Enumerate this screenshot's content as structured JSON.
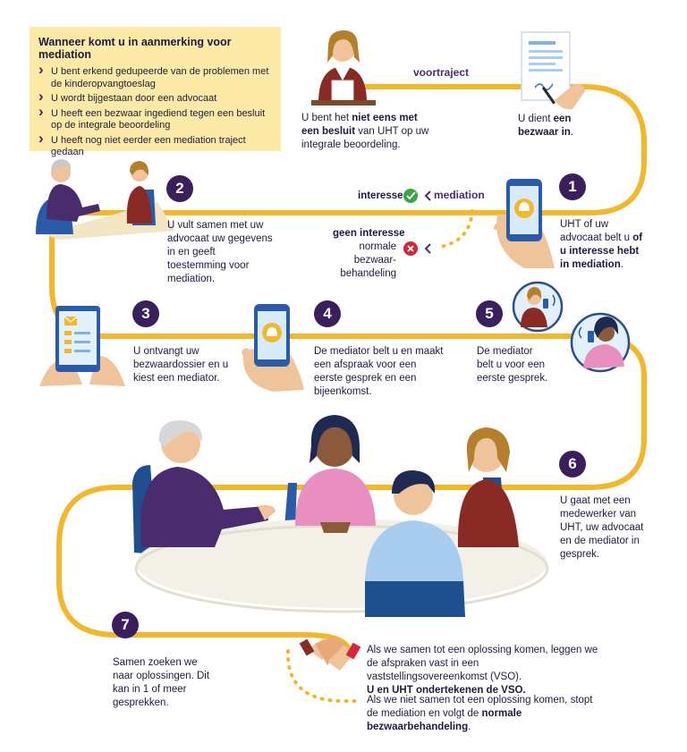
{
  "infobox": {
    "title": "Wanneer komt u in aanmerking voor mediation",
    "items": [
      "U bent erkend gedupeerde van de problemen met de kinderopvangtoeslag",
      "U wordt bijgestaan door een advocaat",
      "U heeft een bezwaar ingediend tegen een besluit op de integrale beoordeling",
      "U heeft nog niet eerder een mediation traject gedaan"
    ]
  },
  "pre": {
    "label": "voortraject",
    "a1": "U bent het ",
    "a2": "niet eens met een besluit",
    "a3": " van UHT op uw integrale beoordeling.",
    "b1": "U dient ",
    "b2": "een bezwaar in",
    "b3": "."
  },
  "steps": {
    "s1": {
      "num": "1",
      "t1": "UHT of uw advocaat belt u ",
      "t2": "of u interesse hebt in mediation",
      "t3": "."
    },
    "s2": {
      "num": "2",
      "text": "U vult samen met uw advocaat uw gegevens in en geeft toestemming voor mediation."
    },
    "s3": {
      "num": "3",
      "text": "U ontvangt uw bezwaardossier en u kiest een mediator."
    },
    "s4": {
      "num": "4",
      "text": "De mediator belt u en maakt een afspraak voor een eerste gesprek en een bijeenkomst."
    },
    "s5": {
      "num": "5",
      "text": "De mediator belt u voor een eerste gesprek."
    },
    "s6": {
      "num": "6",
      "text": "U gaat met een medewerker van UHT, uw advocaat en de mediator in gesprek."
    },
    "s7": {
      "num": "7",
      "text": "Samen zoeken we naar oplossingen. Dit kan in 1 of meer gesprekken."
    }
  },
  "branch": {
    "interesse": "interesse",
    "mediation": "mediation",
    "geen_interesse": "geen interesse",
    "normale": "normale bezwaar-behandeling"
  },
  "outcome": {
    "yes1": "Als we samen tot een oplossing komen, leggen we de afspraken vast in een vaststellingsovereenkomst (VSO).",
    "yes2": "U en UHT ondertekenen de VSO.",
    "no1": "Als we niet samen tot een oplossing komen, stopt de mediation en volgt de ",
    "no2": "normale bezwaarbehandeling",
    "no3": "."
  },
  "colors": {
    "path": "#f3b72a",
    "badge": "#3b1f5c",
    "accent": "#4a2c7a",
    "box": "#fdeaa7",
    "check": "#3aa544",
    "cross": "#d9243a"
  }
}
